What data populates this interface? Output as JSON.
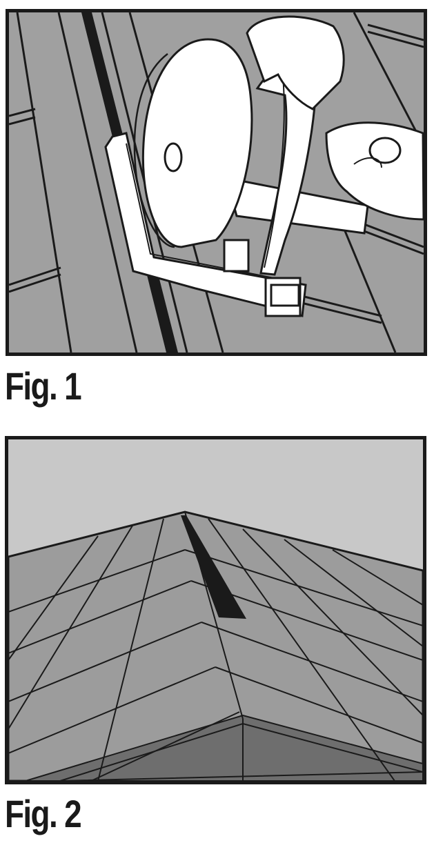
{
  "document": {
    "figures": [
      {
        "id": "fig1",
        "caption": "Fig. 1",
        "illustration": "circular-saw-cutting-roof-ridge-slot",
        "colors": {
          "roof": "#a0a0a0",
          "outline": "#1a1a1a",
          "tool": "#ffffff",
          "slot": "#1a1a1a"
        }
      },
      {
        "id": "fig2",
        "caption": "Fig. 2",
        "illustration": "roof-ridge-with-cut-vent-slot",
        "colors": {
          "sky": "#c8c8c8",
          "shingles": "#9c9c9c",
          "fascia": "#6e6e6e",
          "slot": "#1a1a1a",
          "outline": "#1a1a1a"
        }
      }
    ]
  }
}
